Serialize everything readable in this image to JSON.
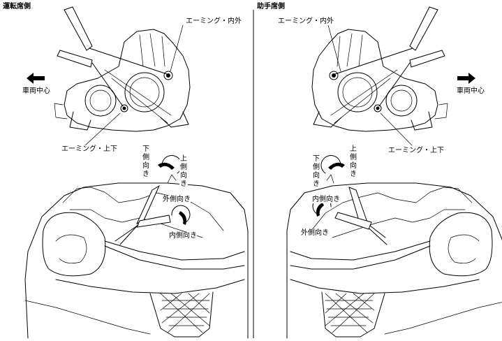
{
  "left_panel": {
    "title": "運転席側",
    "aiming_inout": "エーミング・内外",
    "aiming_updown": "エーミング・上下",
    "vehicle_center": "車両中心",
    "down": "下側向き",
    "up": "上側向き",
    "outward": "外側向き",
    "inward": "内側向き"
  },
  "right_panel": {
    "title": "助手席側",
    "aiming_inout": "エーミング・内外",
    "aiming_updown": "エーミング・上下",
    "vehicle_center": "車両中心",
    "down": "下側向き",
    "up": "上側向き",
    "outward": "外側向き",
    "inward": "内側向き"
  }
}
